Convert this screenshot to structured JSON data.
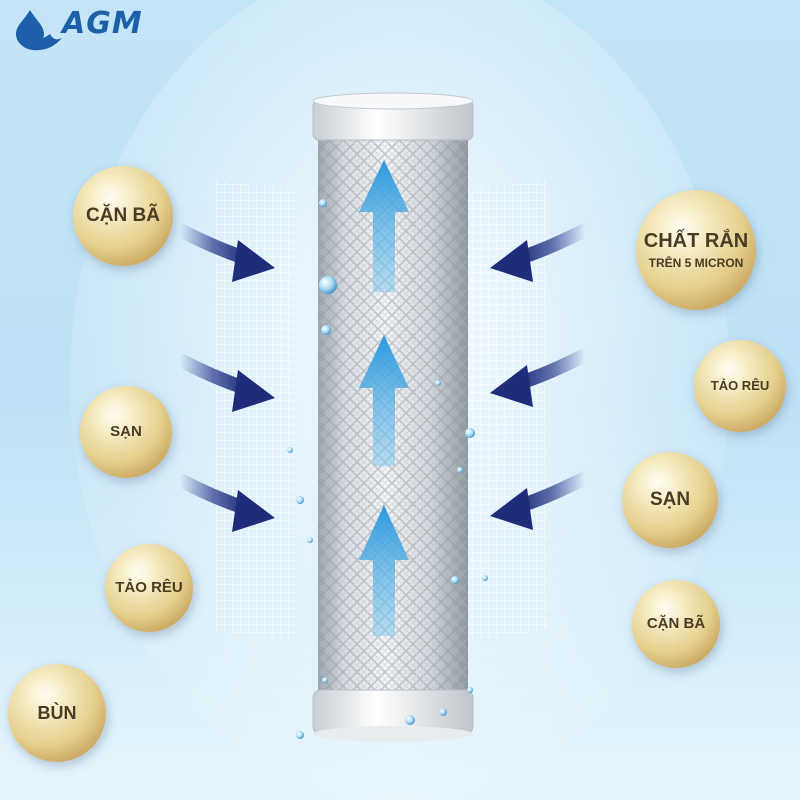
{
  "brand": {
    "logo_text": "AGM"
  },
  "pearls_left": [
    {
      "label": "CẶN BÃ"
    },
    {
      "label": "SẠN"
    },
    {
      "label": "TẢO RÊU"
    },
    {
      "label": "BÙN"
    }
  ],
  "pearls_right": [
    {
      "label": "CHẤT RẮN",
      "sublabel": "TRÊN 5 MICRON"
    },
    {
      "label": "TẢO RÊU"
    },
    {
      "label": "SẠN"
    },
    {
      "label": "CẶN BÃ"
    }
  ],
  "colors": {
    "background_top": "#c9e8f8",
    "background_bottom": "#e9f6fd",
    "arrow_inward": "#2a3a8c",
    "arrow_upward": "#3ea7e3",
    "pearl_gold": "#d8bd72",
    "logo_blue": "#1d5fa8"
  },
  "icons": [
    "water-drop-icon",
    "arrow-right-icon",
    "arrow-left-icon",
    "arrow-up-icon"
  ]
}
